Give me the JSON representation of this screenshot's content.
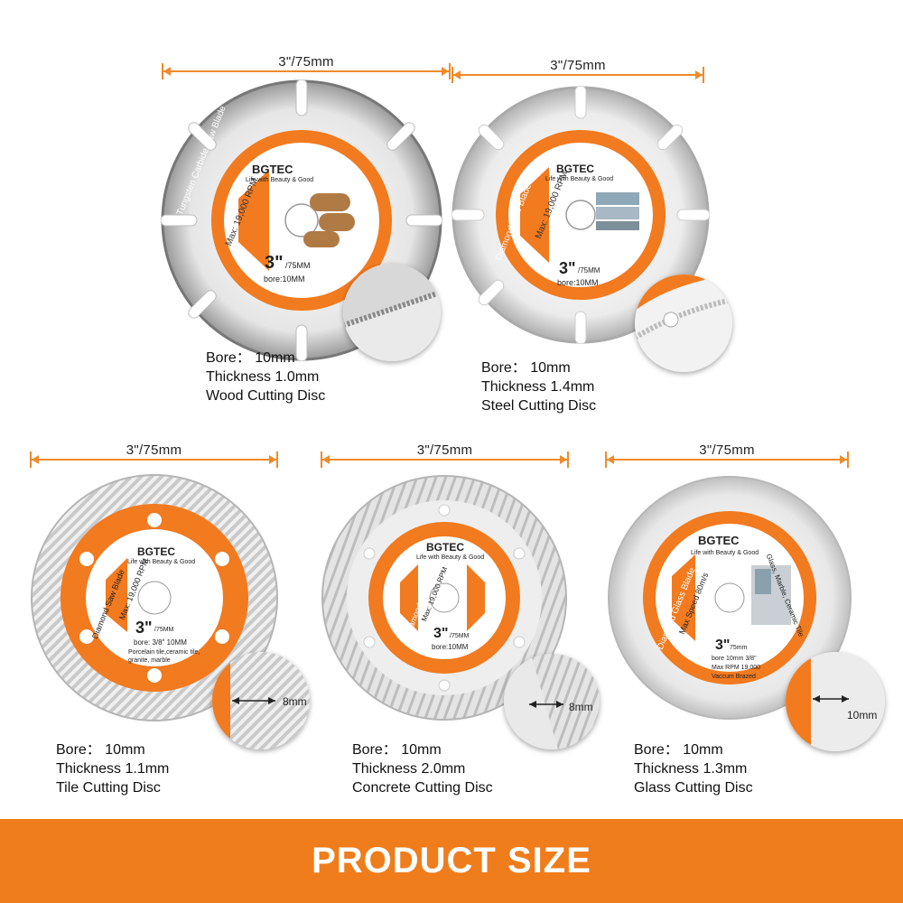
{
  "colors": {
    "accent": "#f07d1c",
    "dimension_line": "#f08a2a",
    "disc_orange": "#f27a1f",
    "banner_text": "#ffffff"
  },
  "products": [
    {
      "name": "wood",
      "size_label": "3\"/75mm",
      "brand": "BGTEC",
      "slogan": "Life with Beauty & Good",
      "blade_text": "Tungsten Carbide Saw Blade",
      "rpm_text": "Max: 19,000 RPM",
      "size_big": "3\"",
      "size_small": "/75MM",
      "bore_text": "bore:10MM",
      "spec_bore": "Bore：  10mm",
      "spec_thickness": "Thickness 1.0mm",
      "spec_name": "Wood Cutting Disc"
    },
    {
      "name": "steel",
      "size_label": "3\"/75mm",
      "brand": "BGTEC",
      "slogan": "Life with Beauty & Good",
      "blade_text": "Diamond Saw Blade",
      "rpm_text": "Max: 19,000 RPM",
      "size_big": "3\"",
      "size_small": "/75MM",
      "bore_text": "bore:10MM",
      "spec_bore": "Bore：  10mm",
      "spec_thickness": "Thickness 1.4mm",
      "spec_name": "Steel Cutting Disc"
    },
    {
      "name": "tile",
      "size_label": "3\"/75mm",
      "brand": "BGTEC",
      "slogan": "Life with Beauty & Good",
      "blade_text": "Diamond Saw Blade",
      "rpm_text": "Max: 19,000 RPM",
      "size_big": "3\"",
      "size_small": "/75MM",
      "bore_text": "bore: 3/8\" 10MM",
      "extra_text": "Porcelain tile,ceramic tile, granite, marble",
      "zoom_label": "8mm",
      "spec_bore": "Bore：  10mm",
      "spec_thickness": "Thickness 1.1mm",
      "spec_name": "Tile Cutting Disc"
    },
    {
      "name": "concrete",
      "size_label": "3\"/75mm",
      "brand": "BGTEC",
      "slogan": "Life with Beauty & Good",
      "blade_text": "Diamond Saw Blade",
      "rpm_text": "Max: 19,000 RPM",
      "size_big": "3\"",
      "size_small": "/75MM",
      "bore_text": "bore:10MM",
      "zoom_label": "8mm",
      "spec_bore": "Bore：  10mm",
      "spec_thickness": "Thickness 2.0mm",
      "spec_name": "Concrete Cutting Disc"
    },
    {
      "name": "glass",
      "size_label": "3\"/75mm",
      "brand": "BGTEC",
      "slogan": "Life with Beauty & Good",
      "blade_text": "Diamond Glass Blade",
      "rpm_text": "Max Speed 80m/s",
      "size_big": "3\"",
      "size_small": "75mm",
      "bore_text": "bore 10mm 3/8\"",
      "extra_text": "Max RPM 19,000",
      "extra_text2": "Vaccum Brazed",
      "side_text": "Glass, Marble, Ceramic Tile",
      "zoom_label": "10mm",
      "spec_bore": "Bore：  10mm",
      "spec_thickness": "Thickness 1.3mm",
      "spec_name": "Glass Cutting Disc"
    }
  ],
  "banner": {
    "title": "PRODUCT SIZE"
  }
}
